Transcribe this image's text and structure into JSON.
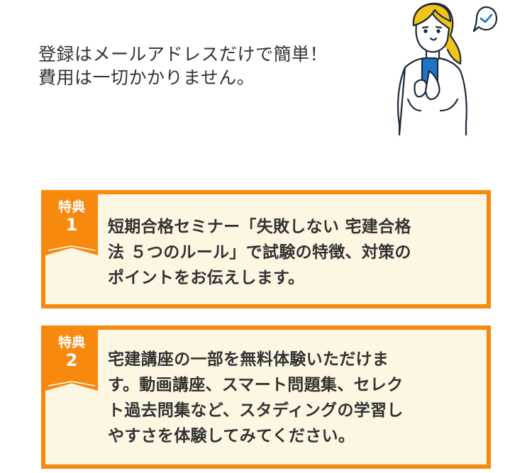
{
  "intro": {
    "lines": [
      "登録はメールアドレスだけで簡単！",
      "費用は一切かかりません。"
    ]
  },
  "illustration": {
    "icon": "woman-with-smartphone-icon",
    "bubble_icon": "checkmark-icon"
  },
  "perks": [
    {
      "badge_label": "特典",
      "badge_number": "1",
      "lines": [
        "短期合格セミナー「失敗しない 宅建合格",
        "法 ５つのルール」で試験の特徴、対策の",
        "ポイントをお伝えします。"
      ]
    },
    {
      "badge_label": "特典",
      "badge_number": "2",
      "lines": [
        "宅建講座の一部を無料体験いただけま",
        "す。動画講座、スマート問題集、セレク",
        "ト過去問集など、スタディングの学習し",
        "やすさを体験してみてください。"
      ]
    }
  ],
  "colors": {
    "accent": "#f7890f",
    "box_fill": "#fdf6e3",
    "text": "#333333",
    "phone_blue": "#1f74c6",
    "hair_yellow": "#f2c31b"
  }
}
